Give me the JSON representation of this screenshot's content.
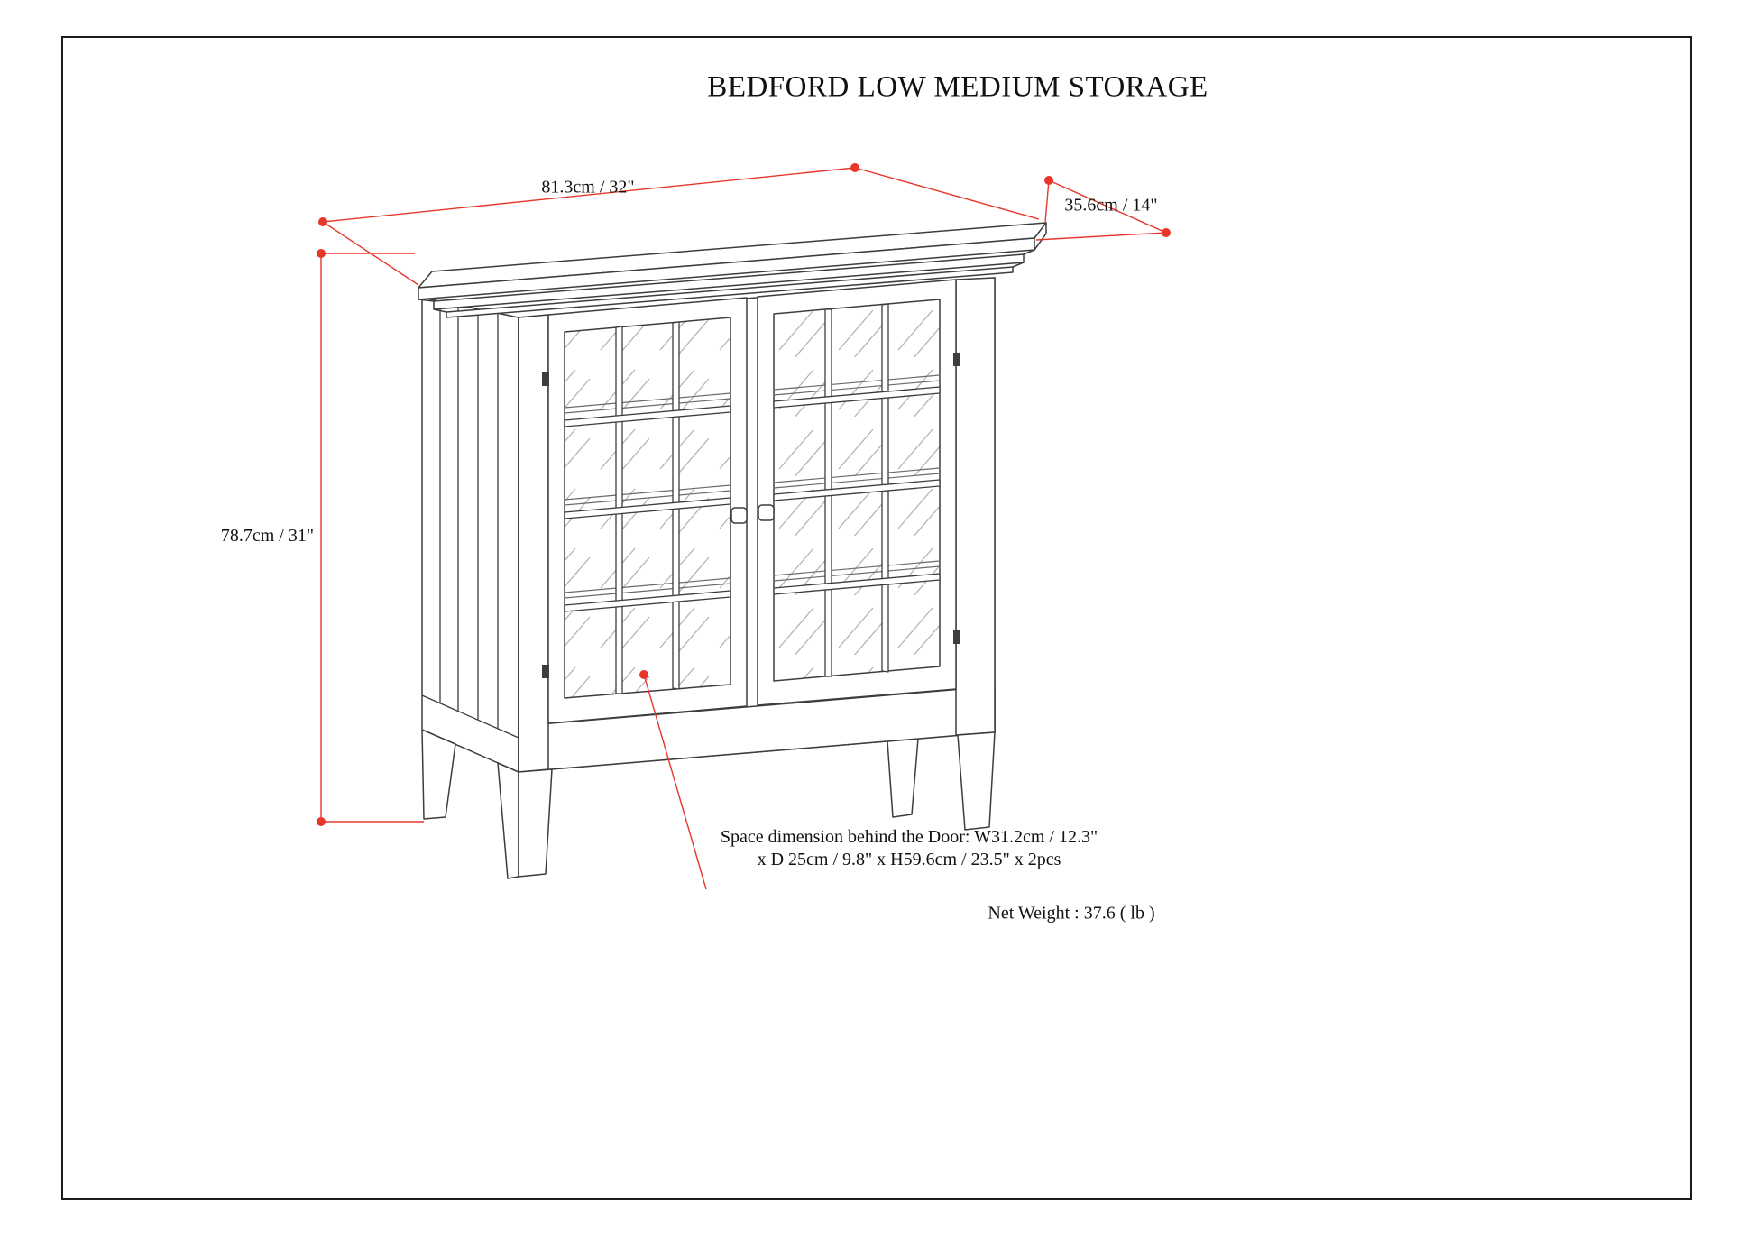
{
  "page": {
    "title": "BEDFORD LOW MEDIUM STORAGE"
  },
  "colors": {
    "accent_red": "#e8362a",
    "line_color": "#3d3d3d",
    "background": "#ffffff"
  },
  "dimensions": {
    "width_label": "81.3cm / 32\"",
    "depth_label": "35.6cm / 14\"",
    "height_label": "78.7cm / 31\"",
    "space_line1": "Space dimension behind the Door: W31.2cm / 12.3\"",
    "space_line2": "x D 25cm / 9.8\" x H59.6cm / 23.5\" x 2pcs",
    "net_weight": "Net Weight : 37.6 ( lb )"
  }
}
